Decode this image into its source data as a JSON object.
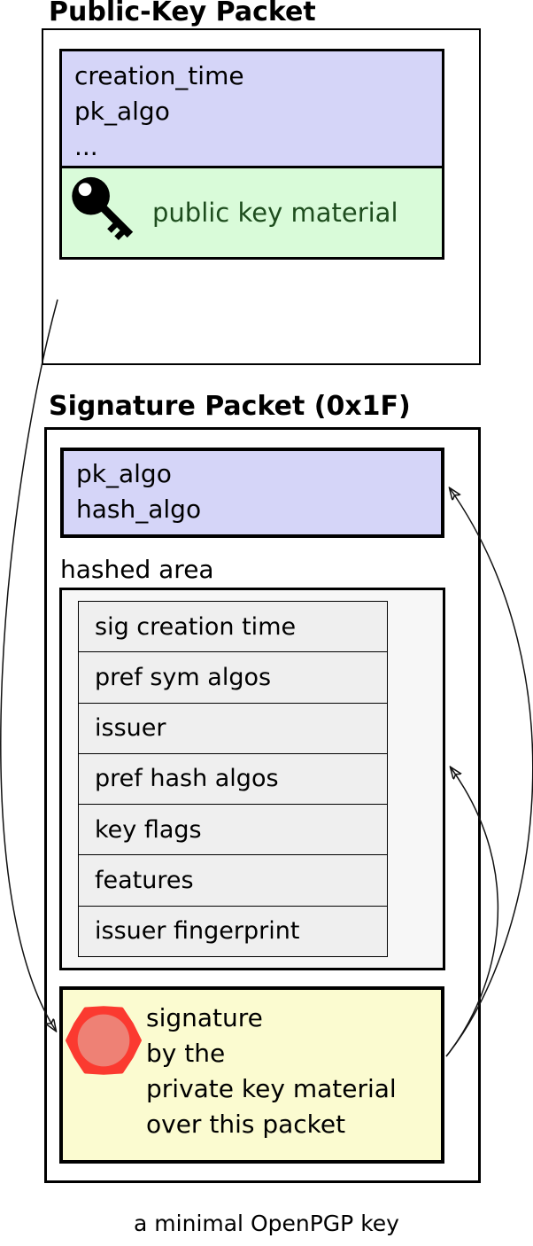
{
  "public_key_packet": {
    "title": "Public-Key Packet",
    "header_fields": [
      "creation_time",
      "pk_algo",
      "..."
    ],
    "key_material": {
      "icon": "key-icon",
      "label": "public key material"
    }
  },
  "signature_packet": {
    "title": "Signature Packet (0x1F)",
    "algo_fields": [
      "pk_algo",
      "hash_algo"
    ],
    "hashed_area": {
      "label": "hashed area",
      "subpackets": [
        "sig creation time",
        "pref sym algos",
        "issuer",
        "pref hash algos",
        "key flags",
        "features",
        "issuer fingerprint"
      ]
    },
    "signature": {
      "icon": "seal-icon",
      "lines": [
        "signature",
        "by the",
        "private key material",
        "over this packet"
      ]
    }
  },
  "caption": "a minimal OpenPGP key",
  "colors": {
    "field_fill": "#d5d5f8",
    "key_material_fill": "#d9fbd9",
    "key_material_text": "#1e4d1e",
    "hashed_area_fill": "#f7f7f7",
    "subpacket_fill": "#efefef",
    "signature_fill": "#fbfbd0",
    "seal_outer": "#fb3a30",
    "seal_inner": "#ee8175",
    "line": "#000000"
  }
}
